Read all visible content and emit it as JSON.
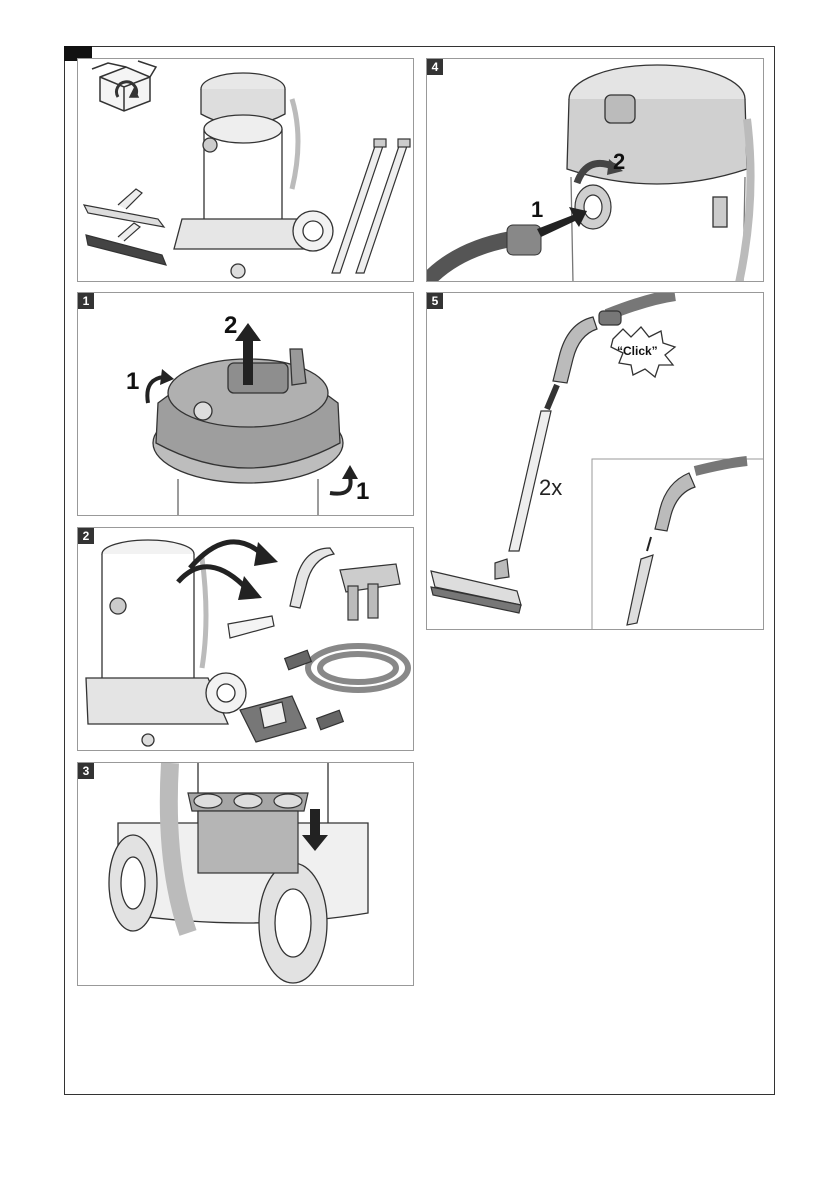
{
  "panels": [
    {
      "id": "overview",
      "number": ""
    },
    {
      "id": "step-1",
      "number": "1",
      "labels": {
        "arrow_a": "1",
        "arrow_b": "2",
        "arrow_c": "1"
      }
    },
    {
      "id": "step-2",
      "number": "2"
    },
    {
      "id": "step-3",
      "number": "3"
    },
    {
      "id": "step-4",
      "number": "4",
      "labels": {
        "arrow_a": "1",
        "arrow_b": "2"
      }
    },
    {
      "id": "step-5",
      "number": "5",
      "labels": {
        "click": "“Click”",
        "count": "2x"
      }
    }
  ]
}
